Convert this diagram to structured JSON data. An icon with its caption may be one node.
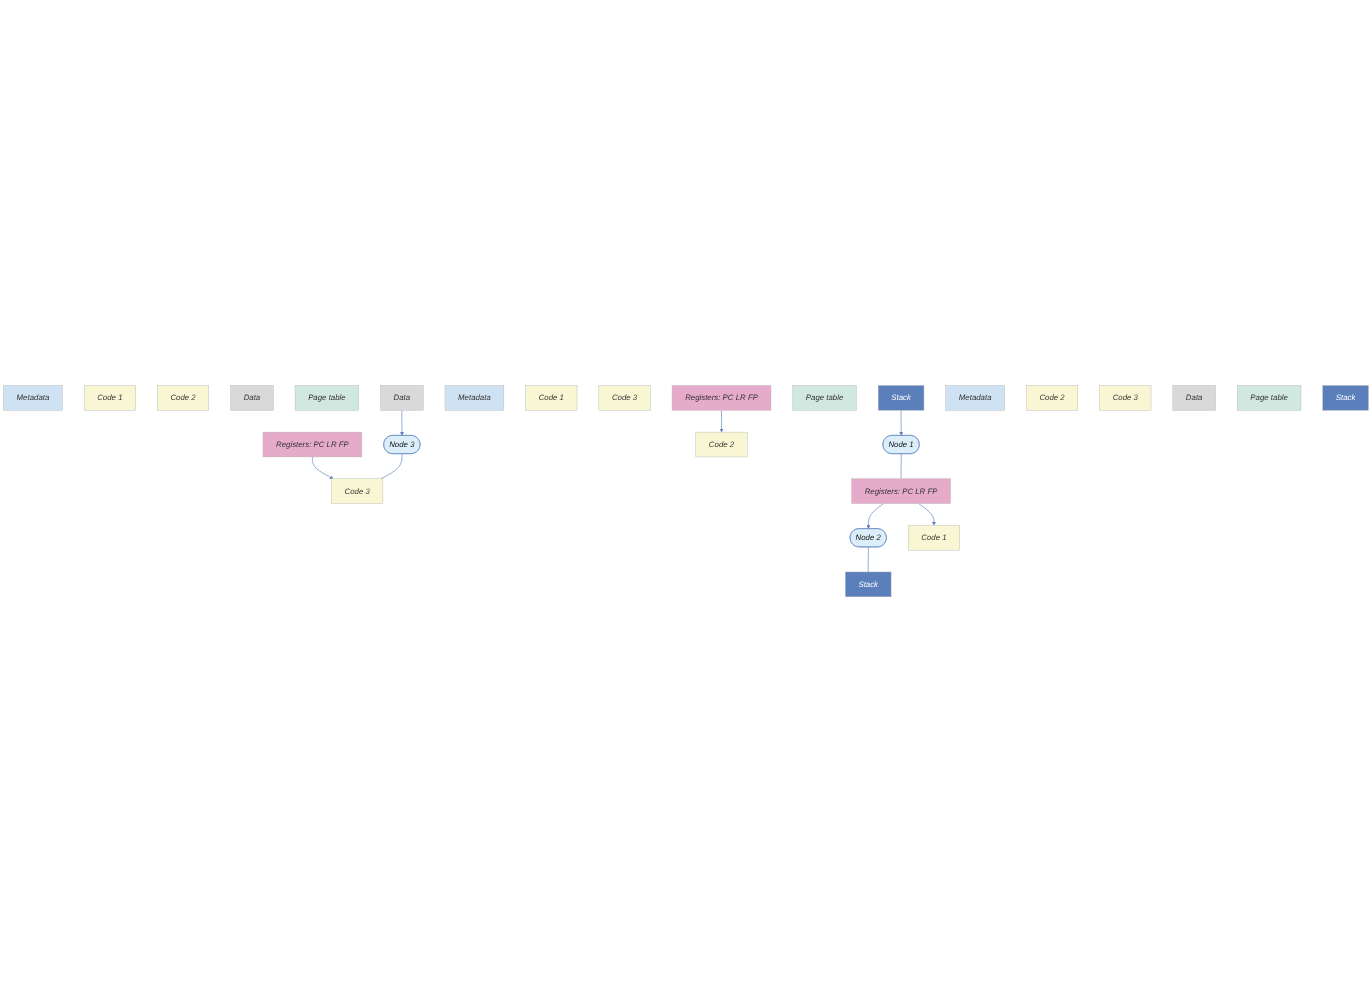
{
  "diagram": {
    "nodes": [
      {
        "text": [
          "Metadata"
        ]
      },
      {
        "text": [
          "Code 1"
        ]
      },
      {
        "text": [
          "Code 2"
        ]
      },
      {
        "text": [
          "Code 3"
        ]
      },
      {
        "text": [
          "Data"
        ]
      },
      {
        "text": [
          "Page table"
        ]
      },
      {
        "text": [
          "Registers: PC LR FP"
        ]
      },
      {
        "text": [
          "Stack"
        ]
      },
      {
        "text": [
          "Node 3"
        ]
      },
      {
        "text": [
          "Metadata"
        ]
      },
      {
        "text": [
          "Code 1"
        ]
      },
      {
        "text": [
          "Code 2"
        ]
      },
      {
        "text": [
          "Code 3"
        ]
      },
      {
        "text": [
          "Data"
        ]
      },
      {
        "text": [
          "Page table"
        ]
      },
      {
        "text": [
          "Registers: PC LR FP"
        ]
      },
      {
        "text": [
          "Stack"
        ]
      },
      {
        "text": [
          "Node 1"
        ]
      },
      {
        "text": [
          "Node 2"
        ]
      },
      {
        "text": [
          "Metadata"
        ]
      },
      {
        "text": [
          "Code 1"
        ]
      },
      {
        "text": [
          "Code 2"
        ]
      },
      {
        "text": [
          "Code 3"
        ]
      },
      {
        "text": [
          "Data"
        ]
      },
      {
        "text": [
          "Page table"
        ]
      },
      {
        "text": [
          "Registers: PC LR FP"
        ]
      },
      {
        "text": [
          "Stack"
        ]
      }
    ],
    "edges": [
      {
        "from": 6,
        "to": 3,
        "arrow": "to"
      },
      {
        "from": 15,
        "to": 11,
        "arrow": "to"
      },
      {
        "from": 25,
        "to": 20,
        "arrow": "to"
      },
      {
        "from": 7,
        "to": 17,
        "arrow": "to"
      },
      {
        "from": 17,
        "to": 25,
        "arrow": "none"
      },
      {
        "from": 25,
        "to": 18,
        "arrow": "to"
      },
      {
        "from": 18,
        "to": 16,
        "arrow": "none"
      },
      {
        "from": 13,
        "to": 8,
        "arrow": "to"
      },
      {
        "from": 8,
        "to": 3,
        "arrow": "none"
      }
    ]
  }
}
